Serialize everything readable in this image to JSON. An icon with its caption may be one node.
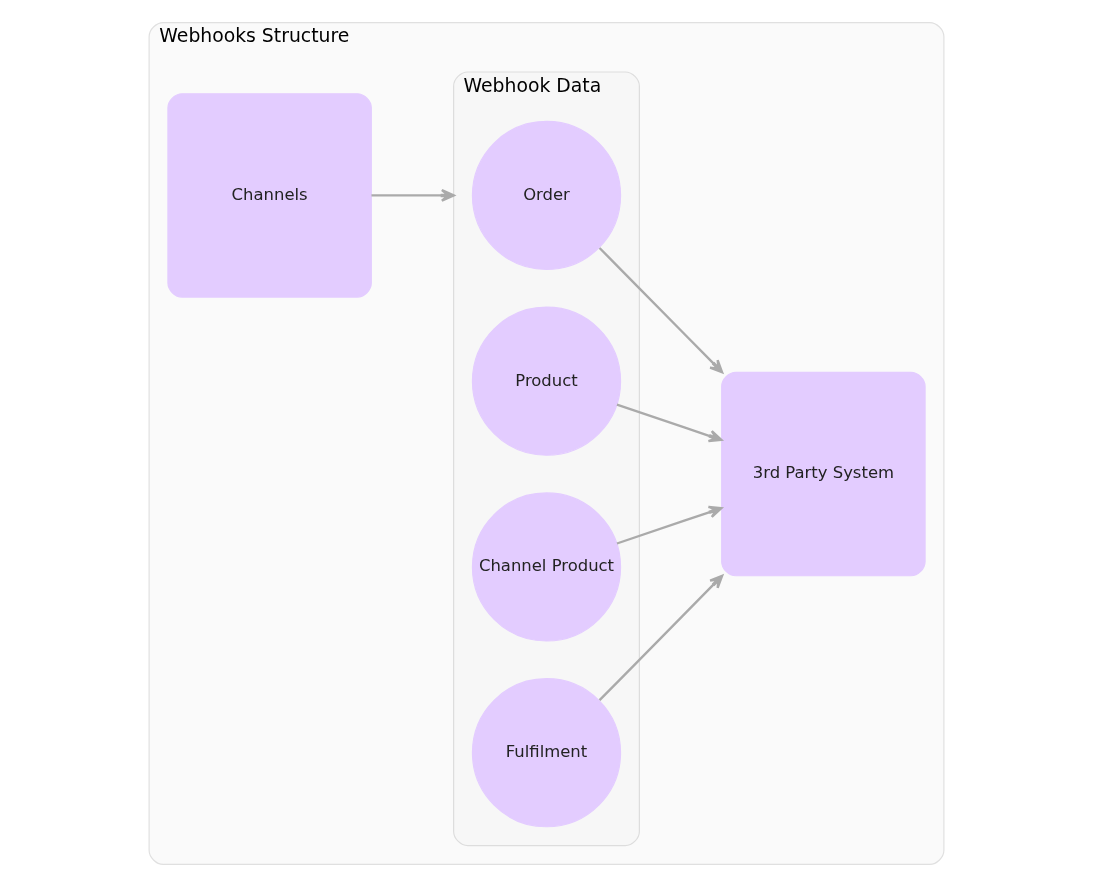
{
  "diagram": {
    "nodes": [
      {
        "text": [
          "Webhooks Structure"
        ]
      },
      {
        "text": [
          "Channels"
        ],
        "in": 0
      },
      {
        "text": [
          "Webhook Data"
        ],
        "in": 0
      },
      {
        "text": [
          "Order"
        ],
        "in": 2
      },
      {
        "text": [
          "Product"
        ],
        "in": 2
      },
      {
        "text": [
          "Channel Product"
        ],
        "in": 2
      },
      {
        "text": [
          "Fulfilment"
        ],
        "in": 2
      },
      {
        "text": [
          "3rd Party System"
        ],
        "in": 0
      }
    ],
    "edges": [
      {
        "from": 1,
        "to": 2,
        "arrow": "to"
      },
      {
        "from": 3,
        "to": 7,
        "arrow": "to"
      },
      {
        "from": 4,
        "to": 7,
        "arrow": "to"
      },
      {
        "from": 5,
        "to": 7,
        "arrow": "to"
      },
      {
        "from": 6,
        "to": 7,
        "arrow": "to"
      }
    ]
  }
}
